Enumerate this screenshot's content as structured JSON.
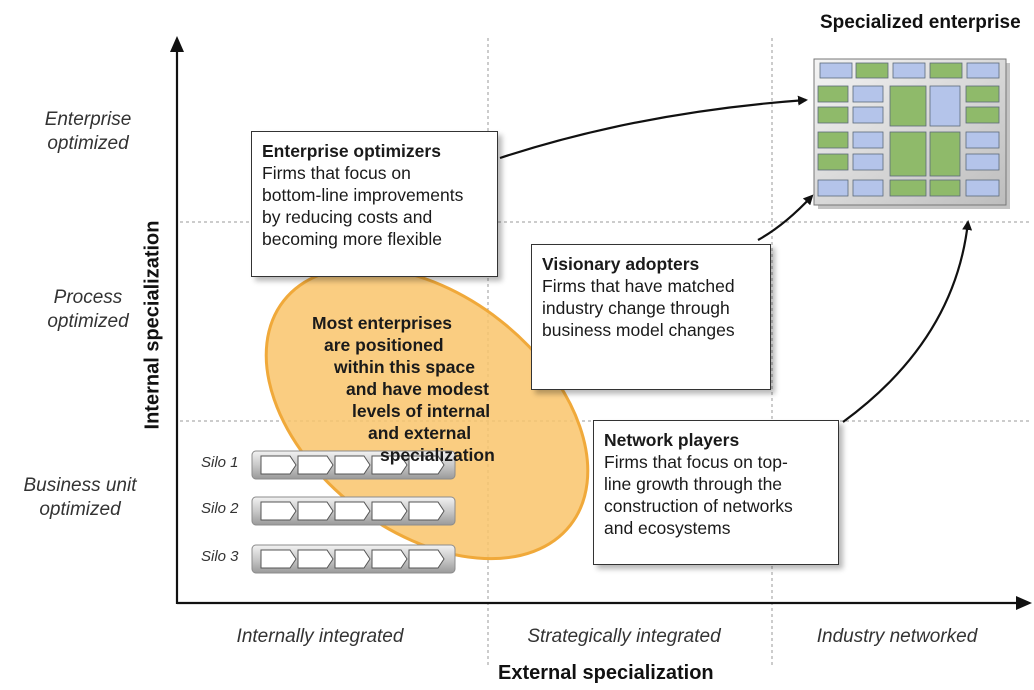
{
  "axes": {
    "y_title": "Internal specialization",
    "x_title": "External specialization",
    "y_levels": [
      [
        "Enterprise",
        "optimized"
      ],
      [
        "Process",
        "optimized"
      ],
      [
        "Business unit",
        "optimized"
      ]
    ],
    "x_levels": [
      "Internally integrated",
      "Strategically integrated",
      "Industry networked"
    ]
  },
  "boxes": {
    "enterprise_optimizers": {
      "title": "Enterprise optimizers",
      "lines": [
        "Firms that focus on",
        "bottom-line improvements",
        "by reducing costs and",
        "becoming more flexible"
      ]
    },
    "visionary_adopters": {
      "title": "Visionary adopters",
      "lines": [
        "Firms that have matched",
        "industry change through",
        "business model changes"
      ]
    },
    "network_players": {
      "title": "Network players",
      "lines": [
        "Firms that focus on top-",
        "line growth through the",
        "construction of networks",
        "and ecosystems"
      ]
    }
  },
  "ellipse": {
    "lines": [
      "Most enterprises",
      "are positioned",
      "within this space",
      "and have modest",
      "levels of internal",
      "and external",
      "specialization"
    ],
    "color": "#f9c46b"
  },
  "silos": [
    "Silo 1",
    "Silo 2",
    "Silo 3"
  ],
  "specialized_enterprise": {
    "title": "Specialized enterprise",
    "green": "#8fba6a",
    "blue": "#b4c4ea"
  }
}
